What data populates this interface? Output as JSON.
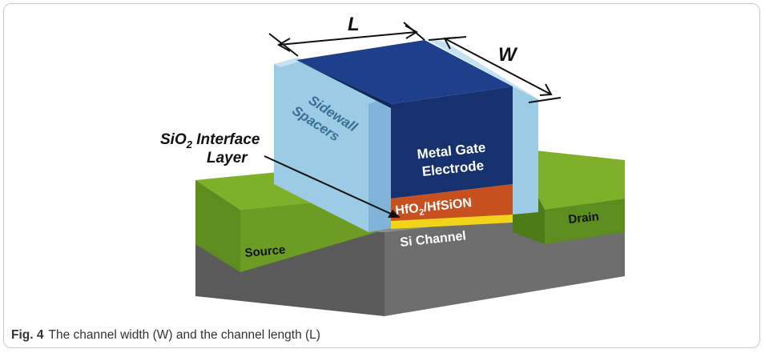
{
  "figure": {
    "labels": {
      "length": "L",
      "width": "W",
      "sidewall_line1": "Sidewall",
      "sidewall_line2": "Spacers",
      "interface_line1_main": "SiO",
      "interface_line1_sub": "2",
      "interface_line1_rest": " Interface",
      "interface_line2": "Layer",
      "gate_line1": "Metal Gate",
      "gate_line2": "Electrode",
      "dielectric_main": "HfO",
      "dielectric_sub": "2",
      "dielectric_rest": "/HfSiON",
      "channel": "Si Channel",
      "source": "Source",
      "drain": "Drain"
    },
    "colors": {
      "gate_dark": "#17306e",
      "gate_top": "#1e3f8c",
      "spacer": "#9ccbe6",
      "spacer_dark": "#6fa8cf",
      "dielectric": "#c8501e",
      "interface": "#f2d41a",
      "green_top": "#7fb02a",
      "green_side": "#5e8d1f",
      "substrate_top": "#8c8c8c",
      "substrate_side": "#555555"
    }
  },
  "caption": {
    "figure_number": "Fig. 4",
    "text": "The channel width (W) and the channel length (L)"
  }
}
